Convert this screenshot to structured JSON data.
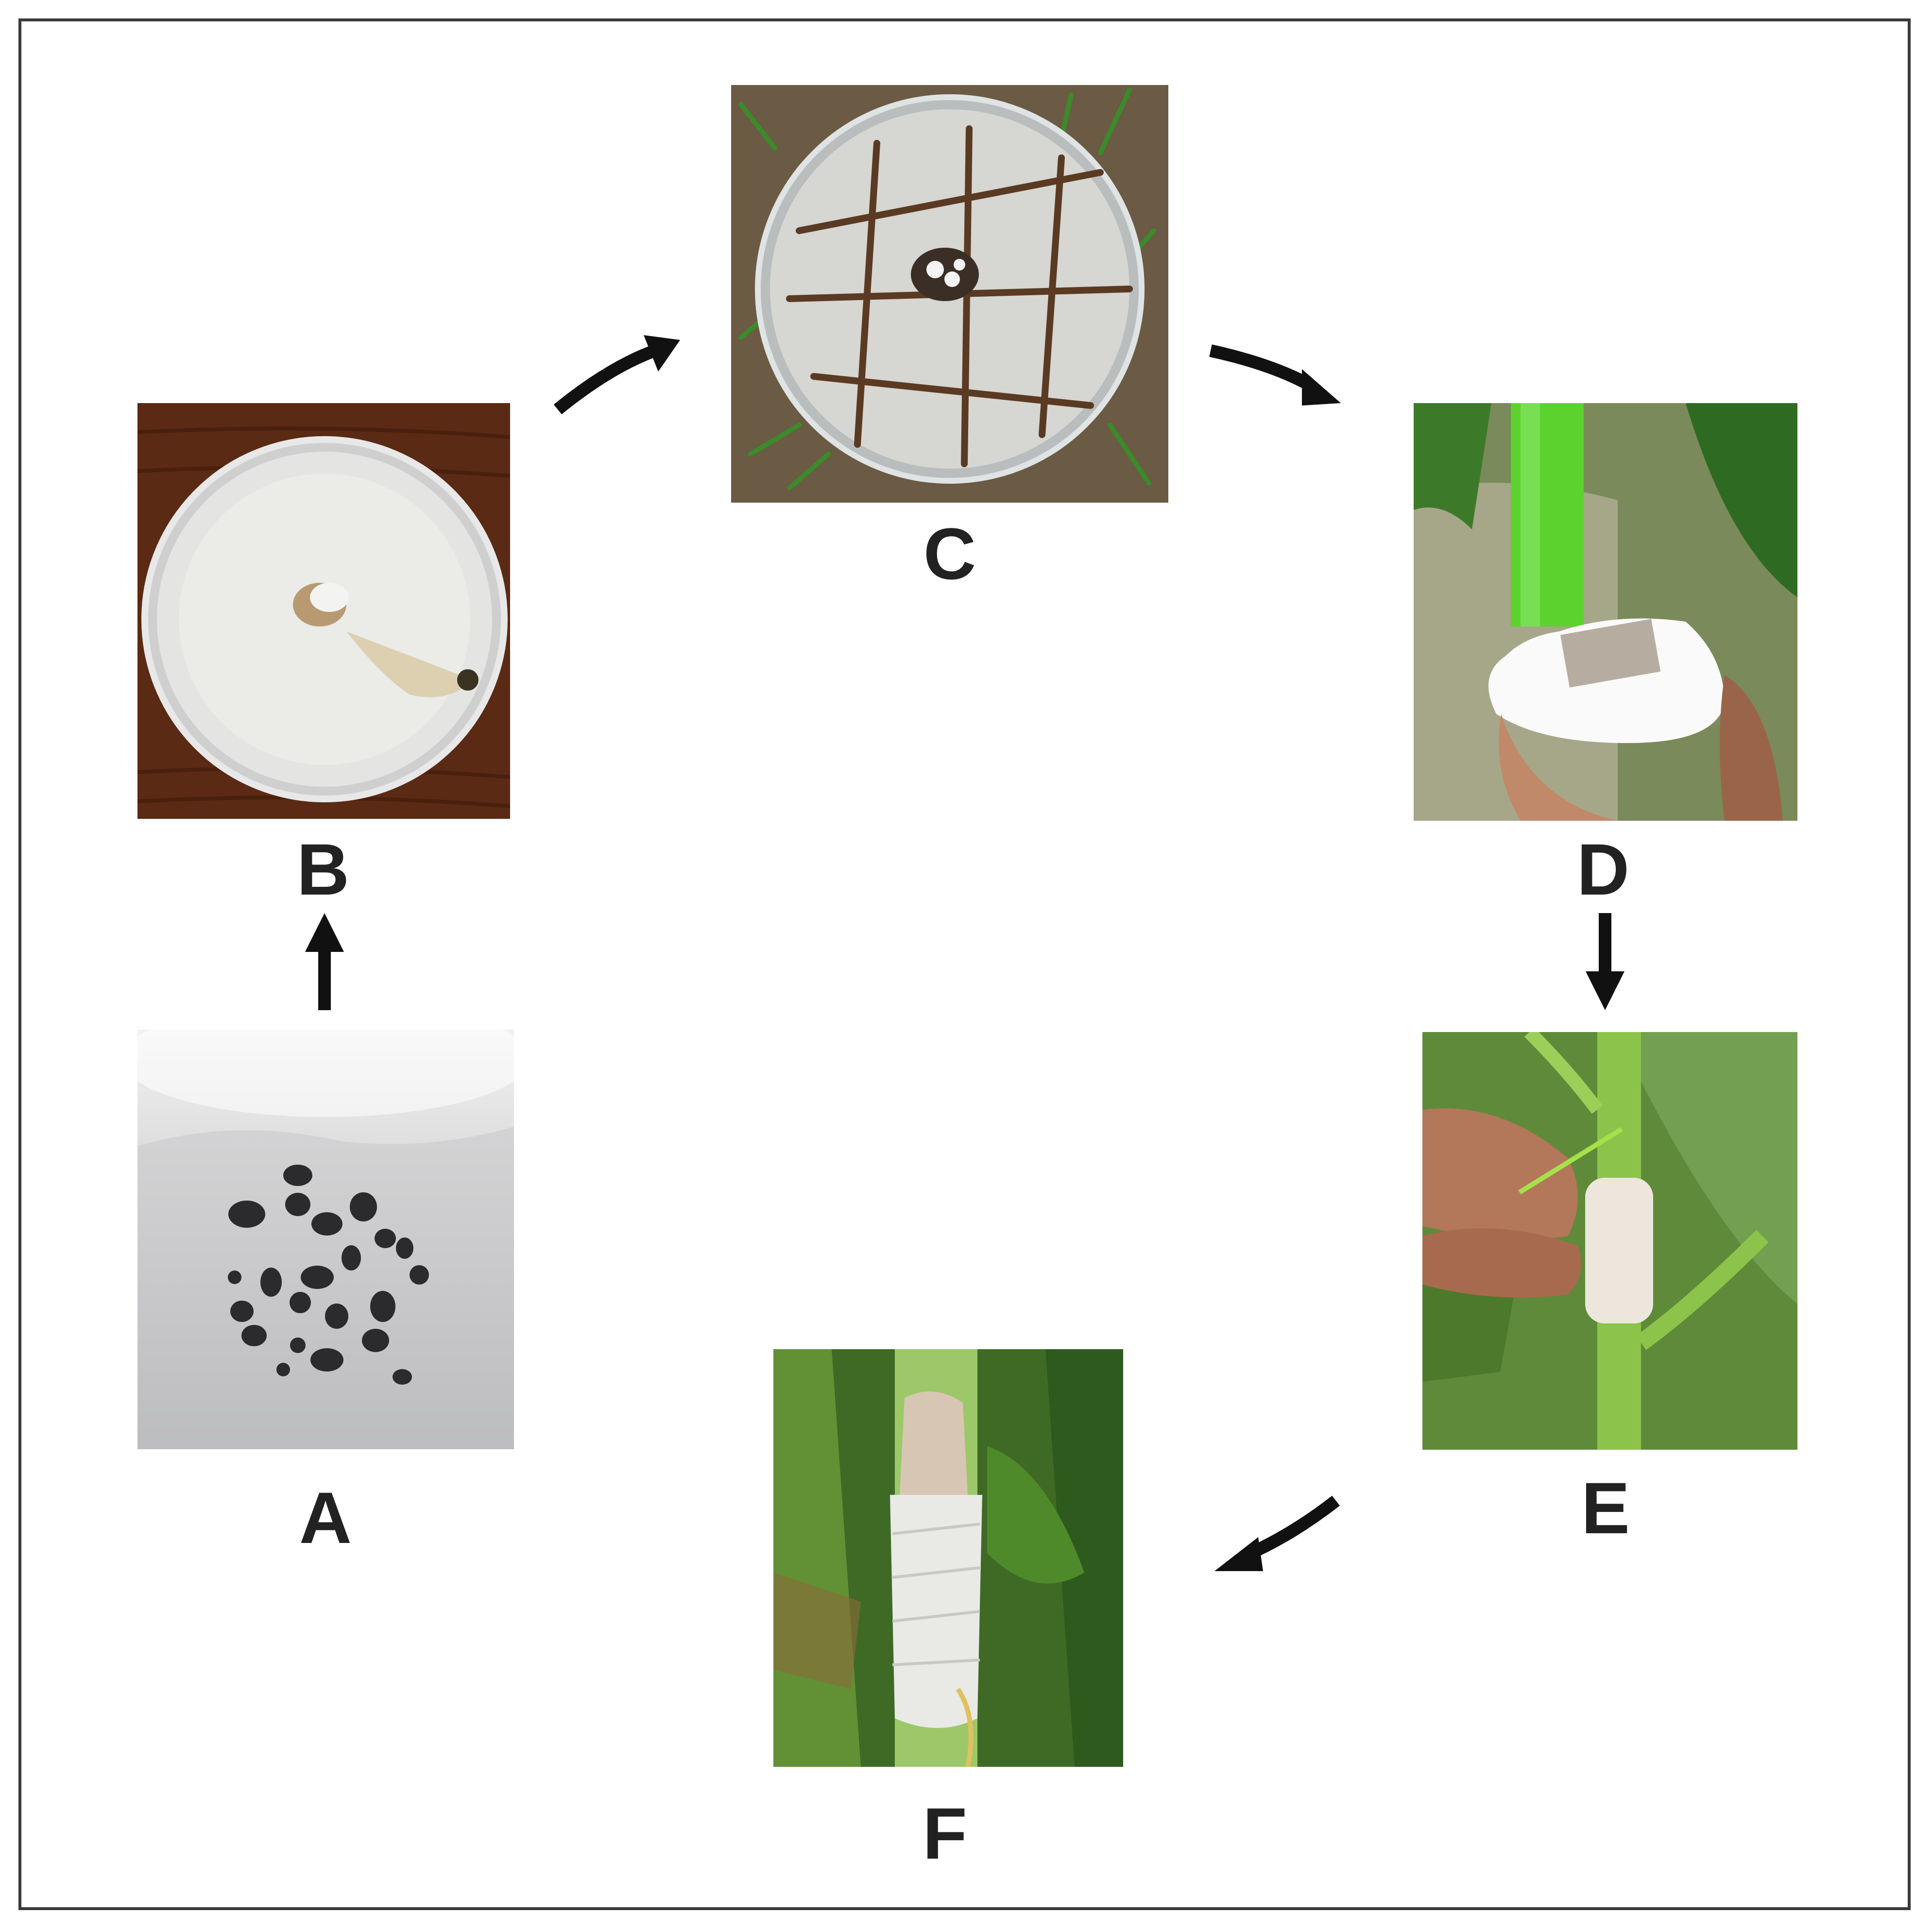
{
  "figure": {
    "panels": [
      {
        "id": "A",
        "label": "A",
        "depicts": "sclerotia-on-petri-dish"
      },
      {
        "id": "B",
        "label": "B",
        "depicts": "mycelial-culture-plate"
      },
      {
        "id": "C",
        "label": "C",
        "depicts": "culture-plate-cut-into-grid-in-field"
      },
      {
        "id": "D",
        "label": "D",
        "depicts": "mycelial-plug-on-cotton-at-stem"
      },
      {
        "id": "E",
        "label": "E",
        "depicts": "stem-wrapped-with-cotton"
      },
      {
        "id": "F",
        "label": "F",
        "depicts": "wrapped-stem-after-inoculation"
      }
    ],
    "flow": [
      "A",
      "B",
      "C",
      "D",
      "E",
      "F"
    ]
  },
  "colors": {
    "border": "#3a3a3a",
    "arrow": "#111111",
    "label": "#222222"
  }
}
